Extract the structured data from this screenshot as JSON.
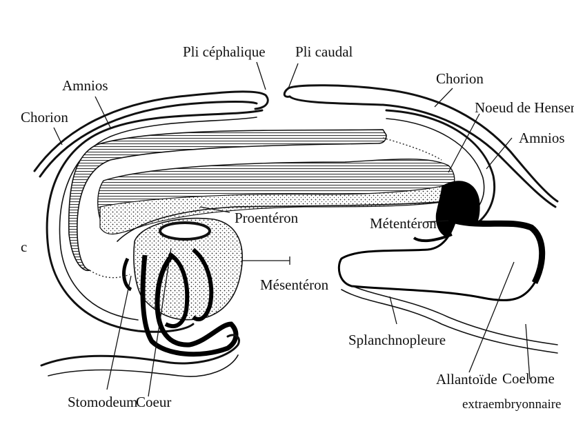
{
  "figure": {
    "letter": "c",
    "labels": {
      "pli_cephalique": "Pli céphalique",
      "pli_caudal": "Pli caudal",
      "amnios_left": "Amnios",
      "chorion_left": "Chorion",
      "chorion_right": "Chorion",
      "noeud_hensen": "Noeud de Hensen",
      "amnios_right": "Amnios",
      "proenteron": "Proentéron",
      "metenteron": "Métentéron",
      "mesenteron": "Mésentéron",
      "splanchnopleure": "Splanchnopleure",
      "allantoide": "Allantoïde",
      "coelome_1": "Coelome",
      "coelome_2": "extraembryonnaire",
      "stomodeum": "Stomodeum",
      "coeur": "Coeur"
    }
  }
}
